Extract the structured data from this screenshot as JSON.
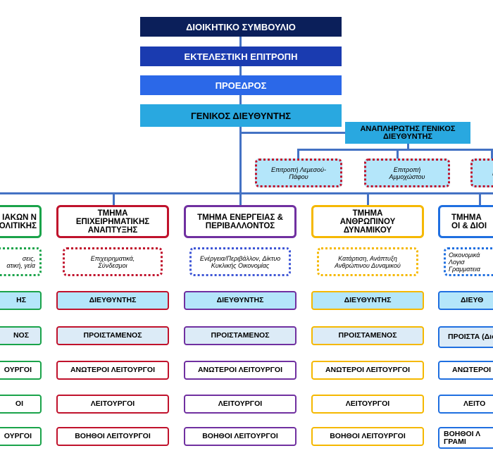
{
  "top": {
    "board": "ΔΙΟΙΚΗΤΙΚΟ ΣΥΜΒΟΥΛΙΟ",
    "executive": "ΕΚΤΕΛΕΣΤΙΚΗ ΕΠΙΤΡΟΠΗ",
    "president": "ΠΡΟΕΔΡΟΣ",
    "general_director": "ΓΕΝΙΚΟΣ ΔΙΕΥΘΥΝΤΗΣ",
    "deputy_general_director": "ΑΝΑΠΛΗΡΩΤΗΣ ΓΕΝΙΚΟΣ ΔΙΕΥΘΥΝΤΗΣ"
  },
  "committees": [
    {
      "label": "Επιτροπή Λεμεσού-Πάφου"
    },
    {
      "label": "Επιτροπή Αμμοχώστου"
    },
    {
      "label": "Ε"
    }
  ],
  "departments": [
    {
      "title": "ΙΑΚΩΝ Ν ΟΛΙΤΙΚΗΣ",
      "color": "#1aa34a",
      "areas": "σεις, ατική, γεία",
      "levels": [
        "ΗΣ",
        "ΝΟΣ",
        "ΟΥΡΓΟΙ",
        "ΟΙ",
        "ΟΥΡΓΟΙ"
      ]
    },
    {
      "title": "ΤΜΗΜΑ ΕΠΙΧΕΙΡΗΜΑΤΙΚΗΣ ΑΝΑΠΤΥΞΗΣ",
      "color": "#c0122c",
      "areas": "Επιχειρηματικά, Σύνδεσμοι",
      "levels": [
        "ΔΙΕΥΘΥΝΤΗΣ",
        "ΠΡΟΙΣΤΑΜΕΝΟΣ",
        "ΑΝΩΤΕΡΟΙ ΛΕΙΤΟΥΡΓΟΙ",
        "ΛΕΙΤΟΥΡΓΟΙ",
        "ΒΟΗΘΟΙ ΛΕΙΤΟΥΡΓΟΙ"
      ]
    },
    {
      "title": "ΤΜΗΜΑ ΕΝΕΡΓΕΙΑΣ & ΠΕΡΙΒΑΛΛΟΝΤΟΣ",
      "color": "#7030a0",
      "areas": "Ενέργεια/Περιβάλλον, Δίκτυο Κυκλικής Οικονομίας",
      "levels": [
        "ΔΙΕΥΘΥΝΤΗΣ",
        "ΠΡΟΙΣΤΑΜΕΝΟΣ",
        "ΑΝΩΤΕΡΟΙ ΛΕΙΤΟΥΡΓΟΙ",
        "ΛΕΙΤΟΥΡΓΟΙ",
        "ΒΟΗΘΟΙ ΛΕΙΤΟΥΡΓΟΙ"
      ]
    },
    {
      "title": "ΤΜΗΜΑ ΑΝΘΡΩΠΙΝΟΥ ΔΥΝΑΜΙΚΟΥ",
      "color": "#f5b800",
      "areas": "Κατάρτιση, Ανάπτυξη Ανθρώπινου Δυναμικού",
      "levels": [
        "ΔΙΕΥΘΥΝΤΗΣ",
        "ΠΡΟΙΣΤΑΜΕΝΟΣ",
        "ΑΝΩΤΕΡΟΙ ΛΕΙΤΟΥΡΓΟΙ",
        "ΛΕΙΤΟΥΡΓΟΙ",
        "ΒΟΗΘΟΙ ΛΕΙΤΟΥΡΓΟΙ"
      ]
    },
    {
      "title": "ΤΜΗΜΑ ΟΙ & ΔΙΟΙ",
      "color": "#1f6fe0",
      "areas": "Οικονομικά Λογισ Γραμματεια",
      "levels": [
        "ΔΙΕΥΘ",
        "ΠΡΟΙΣΤΑ (Διοί",
        "ΑΝΩΤΕΡΟΙ",
        "ΛΕΙΤΟ",
        "ΒΟΗΘΟΙ Λ ΓΡΑΜΙ"
      ]
    }
  ],
  "colors": {
    "board": "#0b1f5a",
    "executive": "#1a3bb0",
    "president": "#2b68e8",
    "general_director": "#29a8e0",
    "connector": "#4472c4",
    "director_fill": "#b4e6fa"
  }
}
